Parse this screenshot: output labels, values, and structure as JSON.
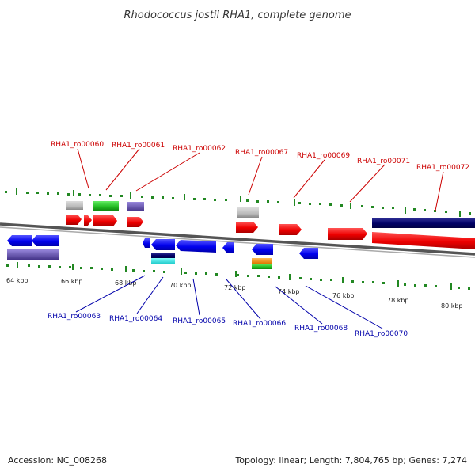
{
  "title": "Rhodococcus jostii RHA1, complete genome",
  "top_labels": [
    "RHA1_ro00060",
    "RHA1_ro00061",
    "RHA1_ro00062",
    "RHA1_ro00067",
    "RHA1_ro00069",
    "RHA1_ro00071",
    "RHA1_ro00072"
  ],
  "bottom_labels": [
    "RHA1_ro00063",
    "RHA1_ro00064",
    "RHA1_ro00065",
    "RHA1_ro00066",
    "RHA1_ro00068",
    "RHA1_ro00070"
  ],
  "kbp_ticks": [
    "64 kbp",
    "66 kbp",
    "68 kbp",
    "70 kbp",
    "72 kbp",
    "74 kbp",
    "76 kbp",
    "78 kbp",
    "80 kbp"
  ],
  "footer": {
    "accession": "Accession: NC_008268",
    "topology": "Topology: linear; Length: 7,804,765 bp; Genes: 7,274"
  },
  "colors": {
    "forward": "#ee0000",
    "reverse": "#0000ee",
    "navy": "#000066",
    "grey": "#bbbbbb",
    "green": "#22bb22",
    "purple": "#6655aa",
    "cyan": "#22dddd",
    "orange": "#ee8800",
    "tick_green": "#228822",
    "backbone": "#888888"
  }
}
